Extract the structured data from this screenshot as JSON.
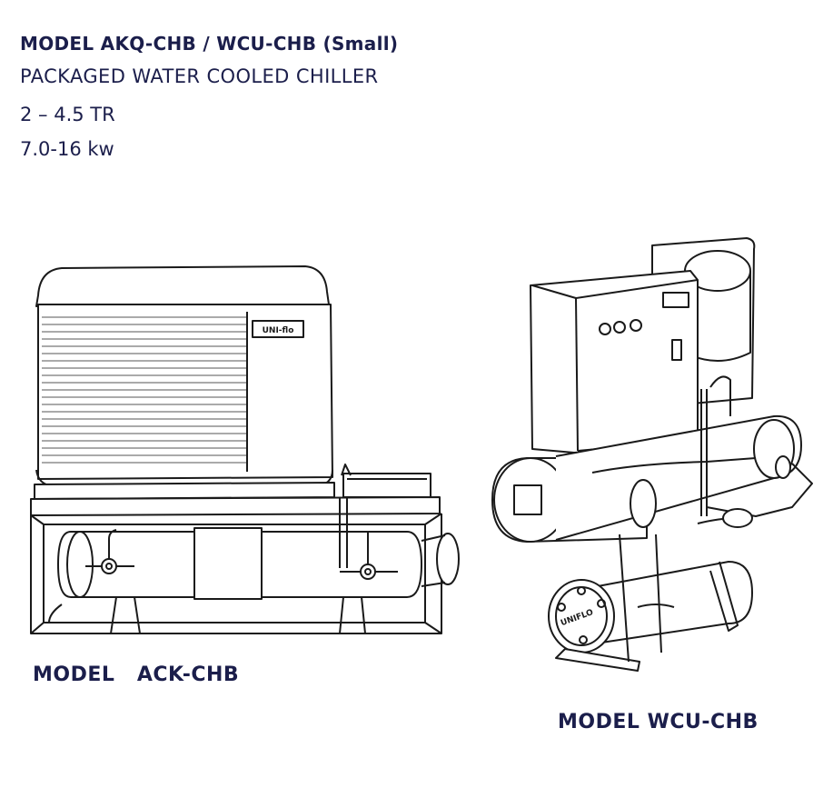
{
  "header": {
    "model_title": "MODEL AKQ-CHB / WCU-CHB (Small)",
    "product": "PACKAGED WATER COOLED CHILLER",
    "capacity_tr": "2 – 4.5 TR",
    "capacity_kw": "7.0-16 kw"
  },
  "units": {
    "left": {
      "caption": "MODEL   ACK-CHB",
      "badge": "UNI-flo"
    },
    "right": {
      "caption": "MODEL WCU-CHB",
      "badge": "UNIFLO"
    }
  },
  "colors": {
    "text": "#1b1e4b",
    "line": "#1a1a1a"
  }
}
